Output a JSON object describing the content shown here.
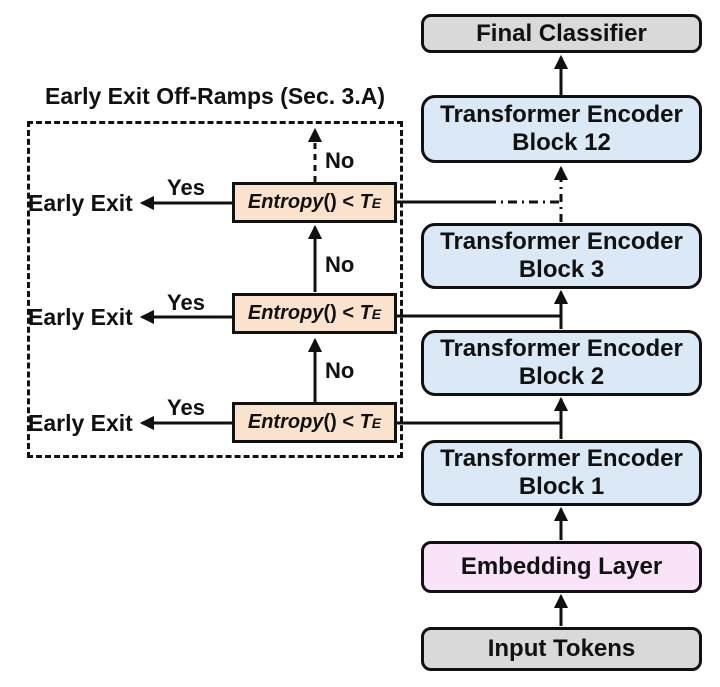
{
  "diagram": {
    "title": "Early Exit Off-Ramps (Sec. 3.A)"
  },
  "offramps": {
    "early_exit": "Early Exit",
    "yes": "Yes",
    "no": "No",
    "entropy_func": "Entropy",
    "entropy_rest": "() < ",
    "entropy_var": "T",
    "entropy_sub": "E"
  },
  "pipeline": {
    "final_classifier": "Final Classifier",
    "blocks": [
      {
        "line1": "Transformer Encoder",
        "line2": "Block 12"
      },
      {
        "line1": "Transformer Encoder",
        "line2": "Block 3"
      },
      {
        "line1": "Transformer Encoder",
        "line2": "Block 2"
      },
      {
        "line1": "Transformer Encoder",
        "line2": "Block 1"
      }
    ],
    "embedding": "Embedding Layer",
    "input_tokens": "Input Tokens"
  },
  "colors": {
    "encoder_block_fill": "#dbe9f6",
    "entropy_box_fill": "#fae2cd",
    "embedding_fill": "#f8e3f9",
    "classifier_fill": "#d9d9d9",
    "input_tokens_fill": "#d9d9d9",
    "line_color": "#111111"
  }
}
